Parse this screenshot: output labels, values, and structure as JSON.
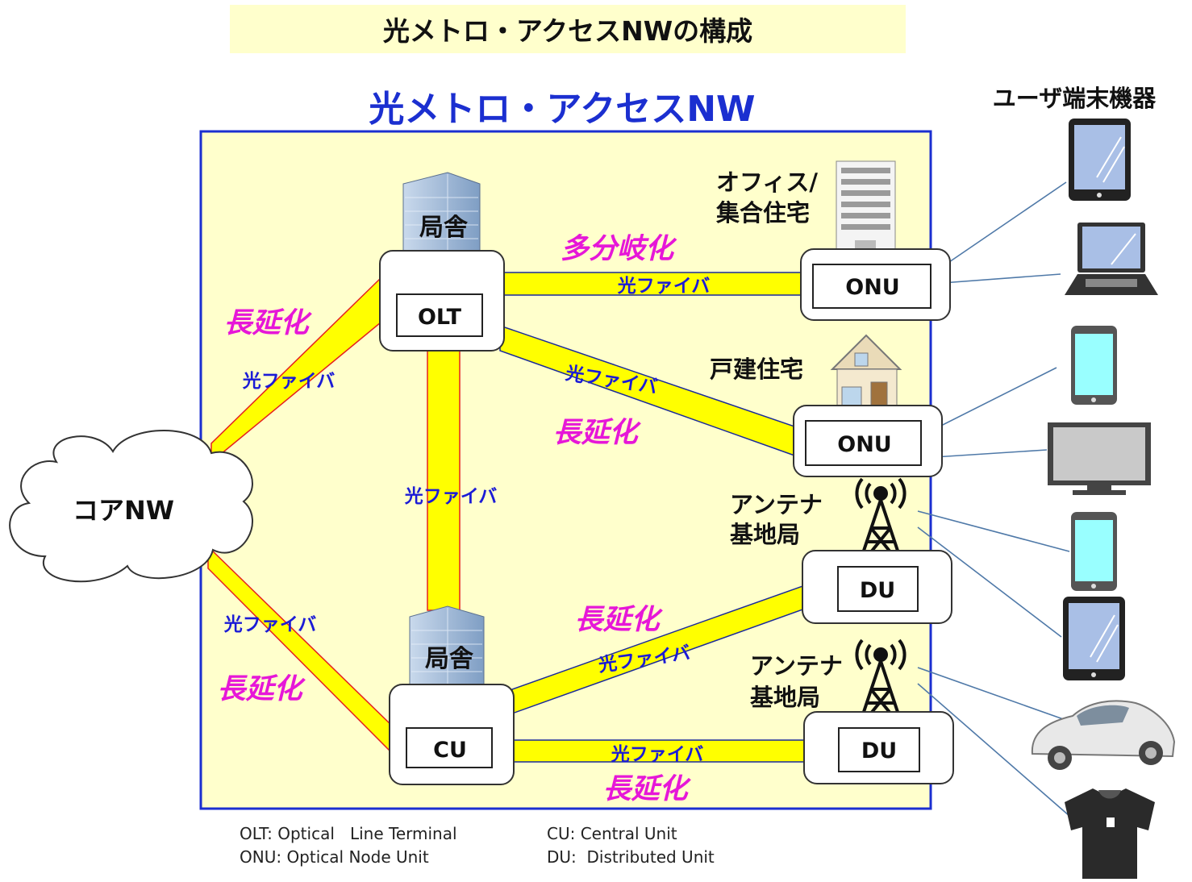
{
  "header": {
    "title": "光メトロ・アクセスNWの構成"
  },
  "diagram": {
    "network_title": "光メトロ・アクセスNW",
    "core_label": "コアNW",
    "user_devices_title": "ユーザ端末機器",
    "nodes": {
      "olt": {
        "building": "局舎",
        "label": "OLT"
      },
      "cu": {
        "building": "局舎",
        "label": "CU"
      },
      "onu_office": {
        "site": "オフィス/\n集合住宅",
        "label": "ONU"
      },
      "onu_house": {
        "site": "戸建住宅",
        "label": "ONU"
      },
      "du_1": {
        "site": "アンテナ\n基地局",
        "label": "DU"
      },
      "du_2": {
        "site": "アンテナ\n基地局",
        "label": "DU"
      }
    },
    "fiber_label": "光ファイバ",
    "annotations": {
      "long_reach": "長延化",
      "multi_branch": "多分岐化"
    }
  },
  "legend": {
    "olt": "OLT: Optical   Line Terminal",
    "onu": "ONU: Optical Node Unit",
    "cu": "CU: Central Unit",
    "du": "DU:  Distributed Unit"
  },
  "colors": {
    "fiber": "#ffff00",
    "fiber_edge_red": "#e52020",
    "fiber_edge_blue": "#1a2a9a",
    "frame_blue": "#1b2fd0",
    "network_fill": "#ffffcc",
    "magenta": "#e617d8",
    "fiber_text": "#1b1bd6",
    "link_line": "#4f79a8"
  }
}
